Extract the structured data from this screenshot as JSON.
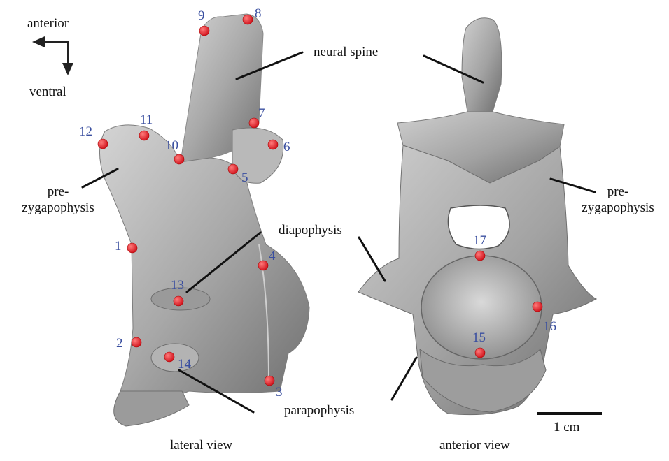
{
  "orientation": {
    "anterior": "anterior",
    "ventral": "ventral"
  },
  "labels": {
    "neural_spine": "neural spine",
    "prezyg_left_1": "pre-",
    "prezyg_left_2": "zygapophysis",
    "prezyg_right_1": "pre-",
    "prezyg_right_2": "zygapophysis",
    "diapophysis": "diapophysis",
    "parapophysis": "parapophysis"
  },
  "view_titles": {
    "lateral": "lateral view",
    "anterior": "anterior view"
  },
  "scale_bar": {
    "label": "1 cm"
  },
  "landmarks": {
    "n1": "1",
    "n2": "2",
    "n3": "3",
    "n4": "4",
    "n5": "5",
    "n6": "6",
    "n7": "7",
    "n8": "8",
    "n9": "9",
    "n10": "10",
    "n11": "11",
    "n12": "12",
    "n13": "13",
    "n14": "14",
    "n15": "15",
    "n16": "16",
    "n17": "17"
  },
  "colors": {
    "landmark": "#e8141e",
    "numeral": "#3a4fa0",
    "bone": "#a9a9a9"
  }
}
